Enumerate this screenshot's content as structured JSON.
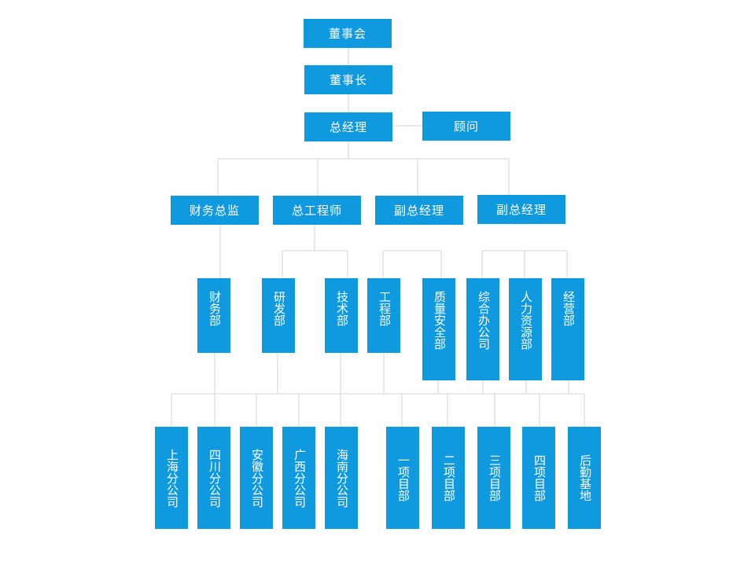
{
  "board": "董事会",
  "chairman": "董事长",
  "gm": "总经理",
  "advisor": "顾问",
  "level2": {
    "cfo": "财务总监",
    "chief_engineer": "总工程师",
    "deputy_gm_1": "副总经理",
    "deputy_gm_2": "副总经理"
  },
  "departments": {
    "finance": "财务部",
    "rnd": "研发部",
    "tech": "技术部",
    "engineering": "工程部",
    "quality_safety": "质量安全部",
    "general_office": "综合办公司",
    "hr": "人力资源部",
    "business": "经营部"
  },
  "branches": {
    "shanghai": "上海分公司",
    "sichuan": "四川分公司",
    "anhui": "安徽分公司",
    "guangxi": "广西分公司",
    "hainan": "海南分公司"
  },
  "projects": {
    "p1": "一项目部",
    "p2": "二项目部",
    "p3": "三项目部",
    "p4": "四项目部",
    "logistics": "后勤基地"
  },
  "colors": {
    "box": "#0f9ae0",
    "text": "#ffffff",
    "connector": "#d4d4d4"
  }
}
